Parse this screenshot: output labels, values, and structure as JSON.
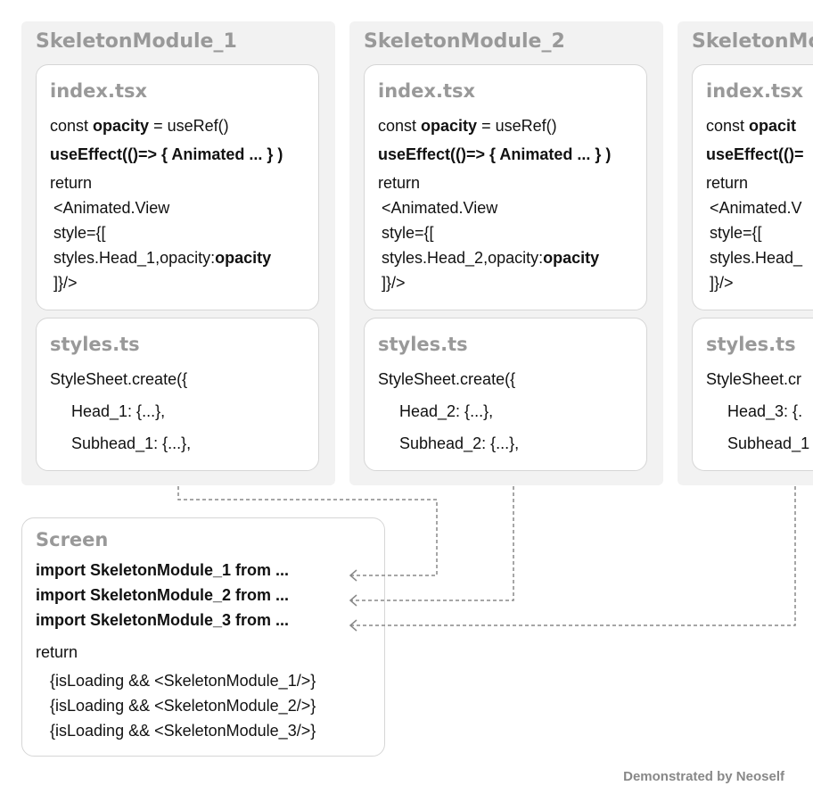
{
  "modules": [
    {
      "title": "SkeletonModule_1",
      "index_title": "index.tsx",
      "const_prefix": "const ",
      "const_name": "opacity",
      "const_suffix": " = useRef()",
      "effect_line": "useEffect(()=> { Animated ... } )",
      "return_line": "return",
      "view_line": "<Animated.View",
      "style_open": "style={[",
      "style_head": "styles.Head_1,opacity:",
      "style_opacity": "opacity",
      "style_close": "]}/>",
      "styles_title": "styles.ts",
      "create_line": "StyleSheet.create({",
      "head_line": "Head_1: {...},",
      "subhead_line": "Subhead_1: {...},"
    },
    {
      "title": "SkeletonModule_2",
      "index_title": "index.tsx",
      "const_prefix": "const ",
      "const_name": "opacity",
      "const_suffix": " = useRef()",
      "effect_line": "useEffect(()=> { Animated ... } )",
      "return_line": "return",
      "view_line": "<Animated.View",
      "style_open": "style={[",
      "style_head": "styles.Head_2,opacity:",
      "style_opacity": "opacity",
      "style_close": "]}/>",
      "styles_title": "styles.ts",
      "create_line": "StyleSheet.create({",
      "head_line": "Head_2: {...},",
      "subhead_line": "Subhead_2: {...},"
    },
    {
      "title": "SkeletonMo",
      "index_title": "index.tsx",
      "const_prefix": "const ",
      "const_name": "opacit",
      "const_suffix": "",
      "effect_line": "useEffect(()=",
      "return_line": "return",
      "view_line": "<Animated.V",
      "style_open": "style={[",
      "style_head": "styles.Head_",
      "style_opacity": "",
      "style_close": "]}/>",
      "styles_title": "styles.ts",
      "create_line": "StyleSheet.cr",
      "head_line": "Head_3: {.",
      "subhead_line": "Subhead_1"
    }
  ],
  "screen": {
    "title": "Screen",
    "imports": [
      "import SkeletonModule_1 from ...",
      "import SkeletonModule_2 from ...",
      "import SkeletonModule_3 from ..."
    ],
    "return_line": "return",
    "loading_lines": [
      "{isLoading && <SkeletonModule_1/>}",
      "{isLoading && <SkeletonModule_2/>}",
      "{isLoading && <SkeletonModule_3/>}"
    ]
  },
  "footer": "Demonstrated by Neoself",
  "colors": {
    "panel": "#f2f2f2",
    "card_border": "#d6d6d6",
    "title_gray": "#999999",
    "connector": "#888888"
  }
}
